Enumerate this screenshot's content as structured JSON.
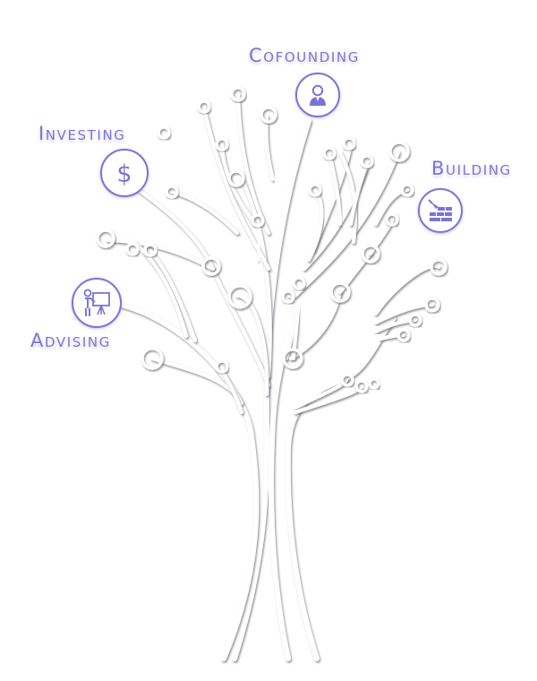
{
  "colors": {
    "accent": "#7b74d6",
    "branch": "#ffffff",
    "shadow": "#9a9aa8"
  },
  "labels": {
    "cofounding": "Cofounding",
    "investing": "Investing",
    "building": "Building",
    "advising": "Advising"
  },
  "icons": {
    "cofounding": "person-icon",
    "investing": "dollar-icon",
    "building": "bricks-trowel-icon",
    "advising": "presentation-icon"
  }
}
